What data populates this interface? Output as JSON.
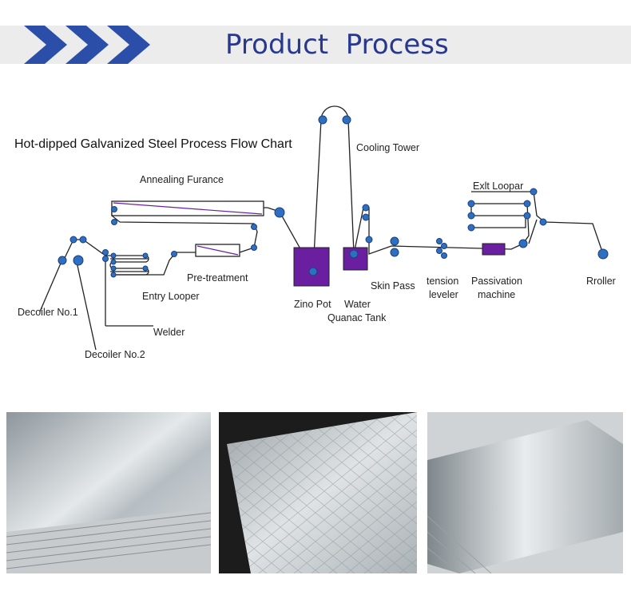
{
  "header": {
    "title": "Product  Process"
  },
  "diagram": {
    "title": "Hot-dipped Galvanized Steel Process Flow Chart",
    "labels": {
      "annealing": "Annealing  Furance",
      "cooling_tower": "Cooling Tower",
      "exit_looper": "Exlt Loopar",
      "pretreatment": "Pre-treatment",
      "entry_looper": "Entry Looper",
      "decoiler1": "Decoiler  No.1",
      "welder": "Welder",
      "decoiler2": "Decoiler  No.2",
      "zinc_pot": "Zino Pot",
      "water": "Water",
      "quench_tank": "Quanac Tank",
      "skin_pass": "Skin Pass",
      "tension1": "tension",
      "tension2": "leveler",
      "passivation1": "Passivation",
      "passivation2": "machine",
      "roller": "Rroller"
    }
  },
  "colors": {
    "header_bg": "#ececec",
    "title": "#27388f",
    "chevron": "#2b4fa8",
    "roller": "#2f6fc0",
    "tank": "#6a1fa0"
  },
  "photos": [
    {
      "name": "galvanized-sheet-stack-1"
    },
    {
      "name": "spangle-sheet-closeup"
    },
    {
      "name": "galvanized-sheet-stack-2"
    }
  ]
}
